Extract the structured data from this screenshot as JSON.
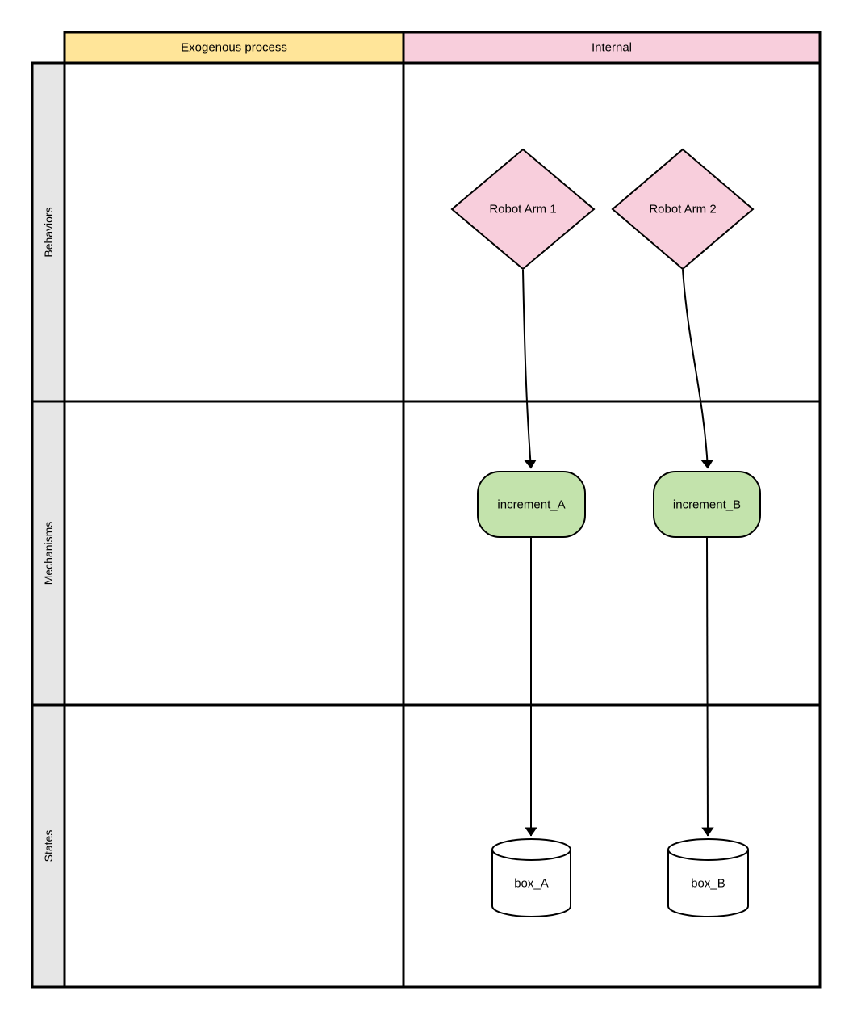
{
  "diagram": {
    "headers": {
      "exogenous": "Exogenous process",
      "internal": "Internal"
    },
    "row_labels": {
      "behaviors": "Behaviors",
      "mechanisms": "Mechanisms",
      "states": "States"
    },
    "nodes": {
      "robot_arm_1": "Robot Arm 1",
      "robot_arm_2": "Robot Arm 2",
      "increment_a": "increment_A",
      "increment_b": "increment_B",
      "box_a": "box_A",
      "box_b": "box_B"
    },
    "edges": [
      {
        "from": "Robot Arm 1",
        "to": "increment_A"
      },
      {
        "from": "Robot Arm 2",
        "to": "increment_B"
      },
      {
        "from": "increment_A",
        "to": "box_A"
      },
      {
        "from": "increment_B",
        "to": "box_B"
      }
    ],
    "colors": {
      "header_yellow": "#FFE599",
      "header_pink": "#F8CEDC",
      "diamond_pink": "#F8CEDC",
      "mechanism_green": "#C3E3AC",
      "state_white": "#FFFFFF",
      "row_label_gray": "#E6E6E6",
      "stroke_black": "#000000"
    }
  }
}
